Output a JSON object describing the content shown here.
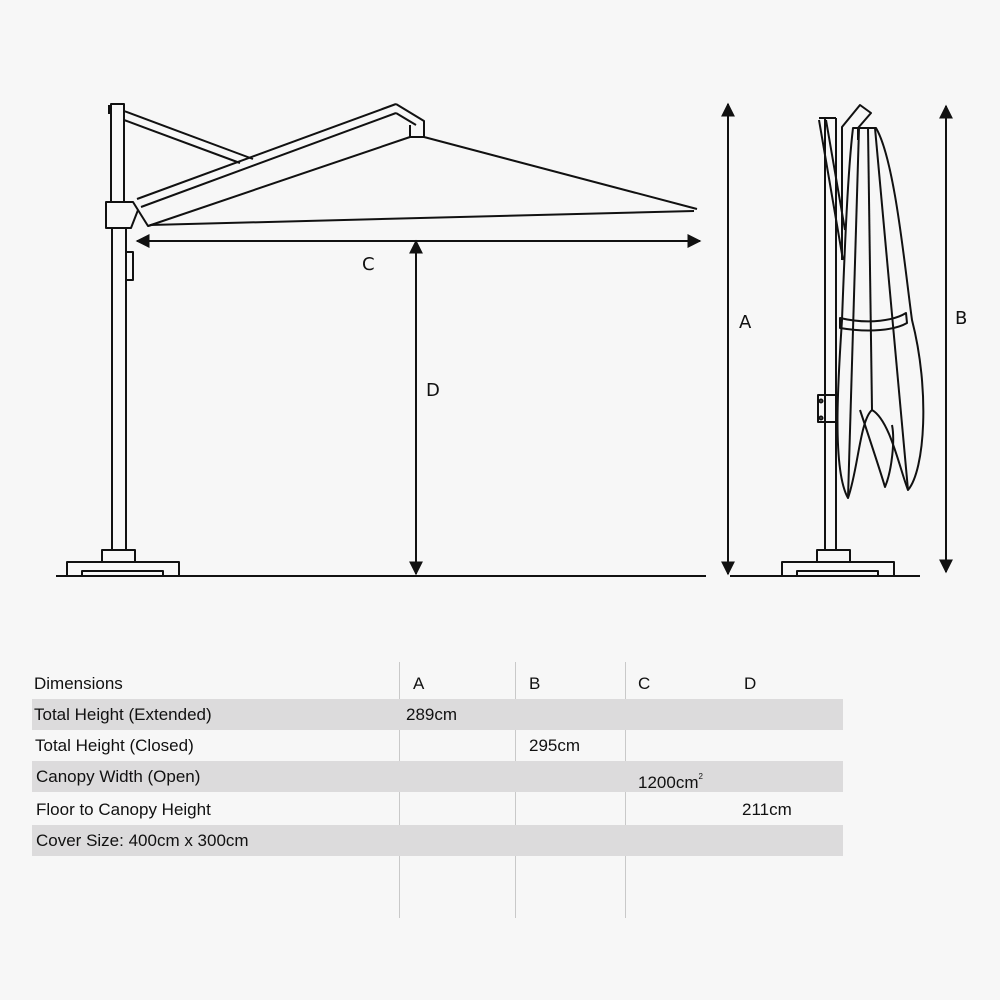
{
  "diagram": {
    "title": "Cantilever parasol dimension diagram",
    "views": [
      "open-side-view",
      "closed-side-view"
    ],
    "dimension_labels": {
      "A": "A",
      "B": "B",
      "C": "C",
      "D": "D"
    },
    "line_color": "#111111",
    "background_color": "#f7f7f7"
  },
  "table": {
    "header": {
      "label": "Dimensions",
      "columns": [
        "A",
        "B",
        "C",
        "D"
      ]
    },
    "rows": [
      {
        "label": "Total Height (Extended)",
        "column": "A",
        "value": "289cm"
      },
      {
        "label": "Total Height (Closed)",
        "column": "B",
        "value": "295cm"
      },
      {
        "label": "Canopy Width (Open)",
        "column": "C",
        "value": "1200cm",
        "superscript": "2"
      },
      {
        "label": "Floor to Canopy Height",
        "column": "D",
        "value": "211cm"
      },
      {
        "label": "Cover Size: 400cm x 300cm",
        "column": "",
        "value": ""
      }
    ],
    "row_shade_color": "#dcdbdc",
    "divider_color": "#c9c9c9"
  }
}
